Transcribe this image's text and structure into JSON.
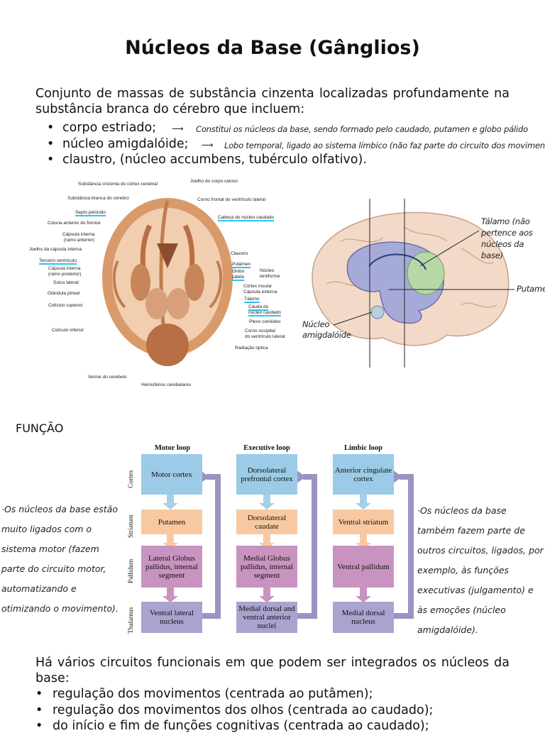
{
  "title": "Núcleos da Base (Gânglios)",
  "intro": "Conjunto de massas de substância cinzenta localizadas profundamente na substância branca do cérebro que incluem:",
  "bullets": [
    {
      "text": "corpo estriado;",
      "note": "Constitui os núcleos da base, sendo formado pelo caudado, putamen e globo pálido"
    },
    {
      "text": "núcleo amigdalóide;",
      "note": "Lobo temporal, ligado ao sistema límbico (não faz parte do circuito dos movimentos)"
    },
    {
      "text": "claustro, (núcleo accumbens, tubérculo olfativo).",
      "note": ""
    }
  ],
  "brain_labels": {
    "left": [
      "Substância cinzenta do córtex cerebral",
      "Substância branca do cérebro",
      "Septo pelúcido",
      "Coluna anterior do fórnice",
      "Cápsula interna",
      "(ramo anterior)",
      "Joelho da cápsula interna",
      "Terceiro ventrículo",
      "Cápsula interna",
      "(ramo posterior)",
      "Sulco lateral",
      "Glândula pineal",
      "Colículo superior",
      "Colículo inferior",
      "Verme do cerebelo",
      "Hemisférios cerebelares"
    ],
    "right": [
      "Joelho do corpo caloso",
      "Corno frontal do ventrículo lateral",
      "Cabeça do núcleo caudado",
      "Claustro",
      "Putâmen",
      "Globo",
      "pálido",
      "Núcleo",
      "lentiforme",
      "Córtex insular",
      "Cápsula externa",
      "Tálamo",
      "Cauda do",
      "núcleo caudado",
      "Plexo corióideo",
      "Corno occipital",
      "do ventrículo lateral",
      "Radiação óptica"
    ]
  },
  "brain3d_notes": {
    "talamo": "Tálamo (não pertence aos núcleos da base)",
    "putamen": "Putamen",
    "amigdala": "Núcleo amigdalóide"
  },
  "funcao": "FUNÇÃO",
  "loops": {
    "row_labels": [
      "Cortex",
      "Striatum",
      "Pallidum",
      "Thalamus"
    ],
    "columns": [
      {
        "head": "Motor loop",
        "boxes": [
          "Motor cortex",
          "Putamen",
          "Lateral Globus pallidus, internal segment",
          "Ventral lateral nucleus"
        ]
      },
      {
        "head": "Executive loop",
        "boxes": [
          "Dorsolateral prefrontal cortex",
          "Dorsolateral caudate",
          "Medial Globus pallidus, internal segment",
          "Medial dorsal and ventral anterior nuclei"
        ]
      },
      {
        "head": "Limbic loop",
        "boxes": [
          "Anterior cingulate cortex",
          "Ventral striatum",
          "Ventral pallidum",
          "Medial dorsal nucleus"
        ]
      }
    ],
    "note_left": "·Os núcleos da base estão muito ligados com o sistema motor (fazem parte do circuito motor, automatizando e otimizando o movimento).",
    "note_right": "·Os núcleos da base também fazem parte de outros circuitos, ligados, por exemplo, às funções executivas (julgamento) e às emoções (núcleo amigdalóide)."
  },
  "circuits_intro": "Há vários circuitos funcionais em que podem ser integrados os núcleos da base:",
  "circuits": [
    "regulação dos movimentos (centrada ao putâmen);",
    "regulação dos movimentos dos olhos (centrada ao caudado);",
    "do início e fim de funções cognitivas (centrada ao caudado);"
  ],
  "colors": {
    "cortex": "#9bcbe6",
    "striatum": "#f8c9a0",
    "pallidum": "#c993bf",
    "thalamus": "#aaa3cf",
    "arrow": "#9a93c3",
    "highlight": "#29c5f0"
  }
}
